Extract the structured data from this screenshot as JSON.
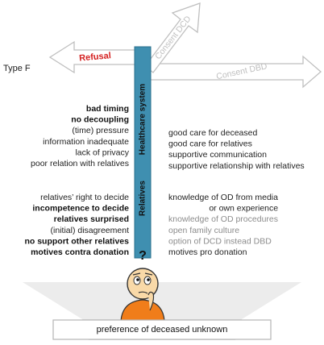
{
  "type_label": "Type F",
  "arrows": {
    "refusal": "Refusal",
    "consent_dcd": "Consent DCD",
    "consent_dbd": "Consent DBD"
  },
  "pole": {
    "healthcare_system": "Healthcare system",
    "relatives": "Relatives"
  },
  "healthcare_negative": [
    {
      "text": "bad timing",
      "style": "bold"
    },
    {
      "text": "no decoupling",
      "style": "bold"
    },
    {
      "text": "(time) pressure",
      "style": "normal"
    },
    {
      "text": "information inadequate",
      "style": "normal"
    },
    {
      "text": "lack of privacy",
      "style": "normal"
    },
    {
      "text": "poor relation with relatives",
      "style": "normal"
    }
  ],
  "healthcare_positive": [
    {
      "text": "good care for deceased",
      "style": "normal"
    },
    {
      "text": "good care for relatives",
      "style": "normal"
    },
    {
      "text": "supportive communication",
      "style": "normal"
    },
    {
      "text": "supportive relationship with relatives",
      "style": "normal"
    }
  ],
  "relatives_negative": [
    {
      "text": "relatives’ right to decide",
      "style": "normal"
    },
    {
      "text": "incompetence to decide",
      "style": "bold"
    },
    {
      "text": "relatives surprised",
      "style": "bold"
    },
    {
      "text": "(initial) disagreement",
      "style": "normal"
    },
    {
      "text": "no support other relatives",
      "style": "bold"
    },
    {
      "text": "motives contra donation",
      "style": "bold"
    }
  ],
  "relatives_positive": [
    {
      "text": "knowledge of OD from media",
      "style": "normal"
    },
    {
      "text": "or own experience",
      "style": "normal"
    },
    {
      "text": "knowledge of OD procedures",
      "style": "gray"
    },
    {
      "text": "open family culture",
      "style": "gray"
    },
    {
      "text": "option of DCD instead DBD",
      "style": "gray"
    },
    {
      "text": "motives pro donation",
      "style": "normal"
    }
  ],
  "question_mark": "?",
  "banner": "preference of deceased unknown",
  "colors": {
    "pole": "#3f8fb0",
    "refusal": "#d42020",
    "ghost_arrow": "#bfbfbf",
    "gray_text": "#8c8c8c",
    "funnel": "#e6e6e6",
    "person_shirt": "#f07d1a",
    "person_skin": "#f9d9a8"
  }
}
